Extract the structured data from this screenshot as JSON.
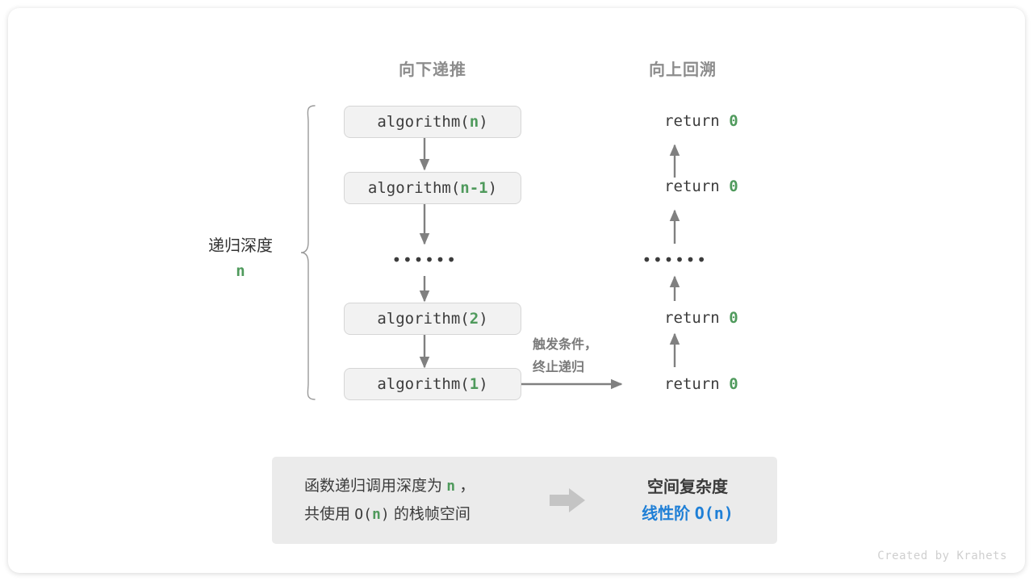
{
  "headers": {
    "down": "向下递推",
    "up": "向上回溯"
  },
  "depth_label": {
    "text": "递归深度",
    "value": "n"
  },
  "call_stack": [
    {
      "prefix": "algorithm(",
      "arg": "n",
      "suffix": ")"
    },
    {
      "prefix": "algorithm(",
      "arg": "n-1",
      "suffix": ")"
    },
    {
      "prefix": "algorithm(",
      "arg": "2",
      "suffix": ")"
    },
    {
      "prefix": "algorithm(",
      "arg": "1",
      "suffix": ")"
    }
  ],
  "returns": [
    {
      "keyword": "return ",
      "value": "0"
    },
    {
      "keyword": "return ",
      "value": "0"
    },
    {
      "keyword": "return ",
      "value": "0"
    },
    {
      "keyword": "return ",
      "value": "0"
    }
  ],
  "ellipsis": "••••••",
  "trigger_note": {
    "line1": "触发条件，",
    "line2": "终止递归"
  },
  "summary": {
    "left_line1_a": "函数递归调用深度为 ",
    "left_line1_n": "n",
    "left_line1_b": " ，",
    "left_line2_a": "共使用 ",
    "left_line2_big_o": "O(",
    "left_line2_n": "n",
    "left_line2_close": ")",
    "left_line2_b": " 的栈帧空间",
    "right_title": "空间复杂度",
    "right_value_zh": "线性阶 ",
    "right_value_mono": "O(n)"
  },
  "watermark": "Created by Krahets",
  "colors": {
    "accent_green": "#4f9a5c",
    "accent_blue": "#1f7fd6",
    "box_fill": "#f2f2f2",
    "box_border": "#d6d6d6",
    "panel_fill": "#ebebeb",
    "arrow_gray": "#808080",
    "header_gray": "#8c8c8c",
    "brace_gray": "#9a9a9a",
    "block_arrow_gray": "#c4c4c4"
  }
}
